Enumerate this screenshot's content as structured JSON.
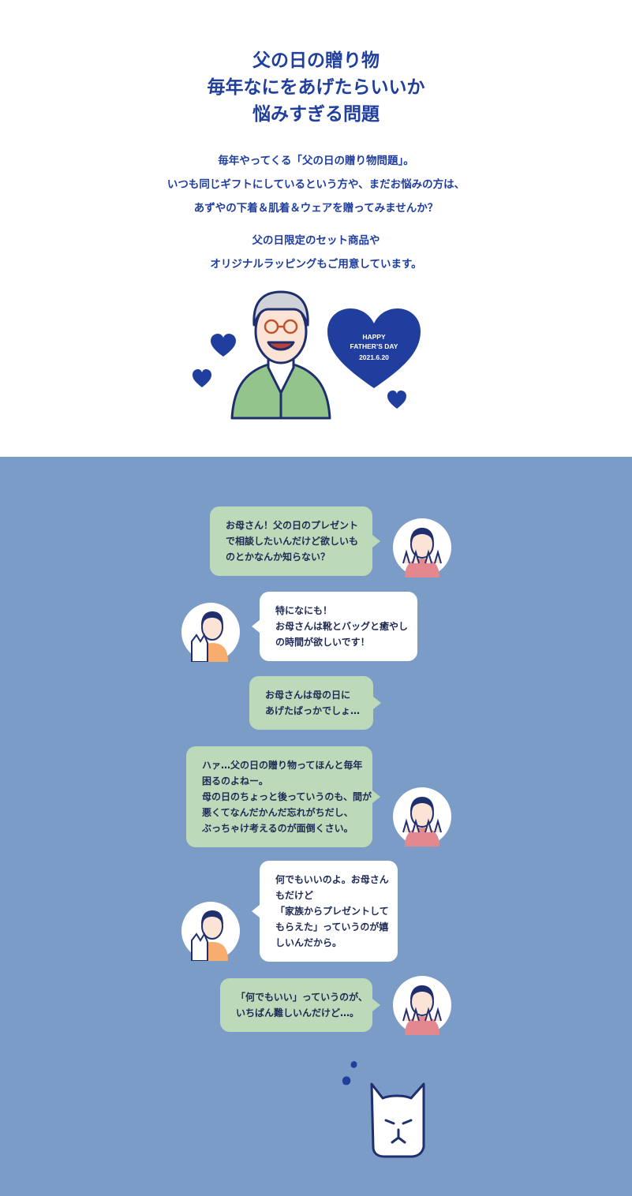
{
  "hero": {
    "title_lines": [
      "父の日の贈り物",
      "毎年なにをあげたらいいか",
      "悩みすぎる問題"
    ],
    "lead1": [
      "毎年やってくる「父の日の贈り物問題」。",
      "いつも同じギフトにしているという方や、まだお悩みの方は、",
      "あずやの下着＆肌着＆ウェアを贈ってみませんか？"
    ],
    "lead2": [
      "父の日限定のセット商品や",
      "オリジナルラッピングもご用意しています。"
    ],
    "heart_badge": {
      "line1": "HAPPY",
      "line2": "FATHER’S DAY",
      "line3": "2021.6.20"
    }
  },
  "colors": {
    "navy": "#1f3e9e",
    "chat_bg": "#7b9cc7",
    "green_bubble": "#bcd9b9",
    "white_bubble": "#ffffff",
    "sweater": "#93c48b"
  },
  "chat": {
    "messages": [
      {
        "speaker": "daughter",
        "lines": [
          "お母さん！父の日のプレゼント",
          "で相談したいんだけど欲しいも",
          "のとかなんか知らない？"
        ]
      },
      {
        "speaker": "mother",
        "lines": [
          "特になにも！",
          "お母さんは靴とバッグと癒やし",
          "の時間が欲しいです！"
        ]
      },
      {
        "speaker": "daughter",
        "lines": [
          "お母さんは母の日に",
          "あげたばっかでしょ…"
        ]
      },
      {
        "speaker": "daughter",
        "lines": [
          "ハァ…父の日の贈り物ってほんと毎年",
          "困るのよねー。",
          "母の日のちょっと後っていうのも、間が",
          "悪くてなんだかんだ忘れがちだし、",
          "ぶっちゃけ考えるのが面倒くさい。"
        ]
      },
      {
        "speaker": "mother",
        "lines": [
          "何でもいいのよ。お母さん",
          "もだけど",
          "「家族からプレゼントして",
          "もらえた」っていうのが嬉",
          "しいんだから。"
        ]
      },
      {
        "speaker": "daughter",
        "lines": [
          "「何でもいい」っていうのが、",
          "いちばん難しいんだけど…。"
        ]
      }
    ]
  }
}
